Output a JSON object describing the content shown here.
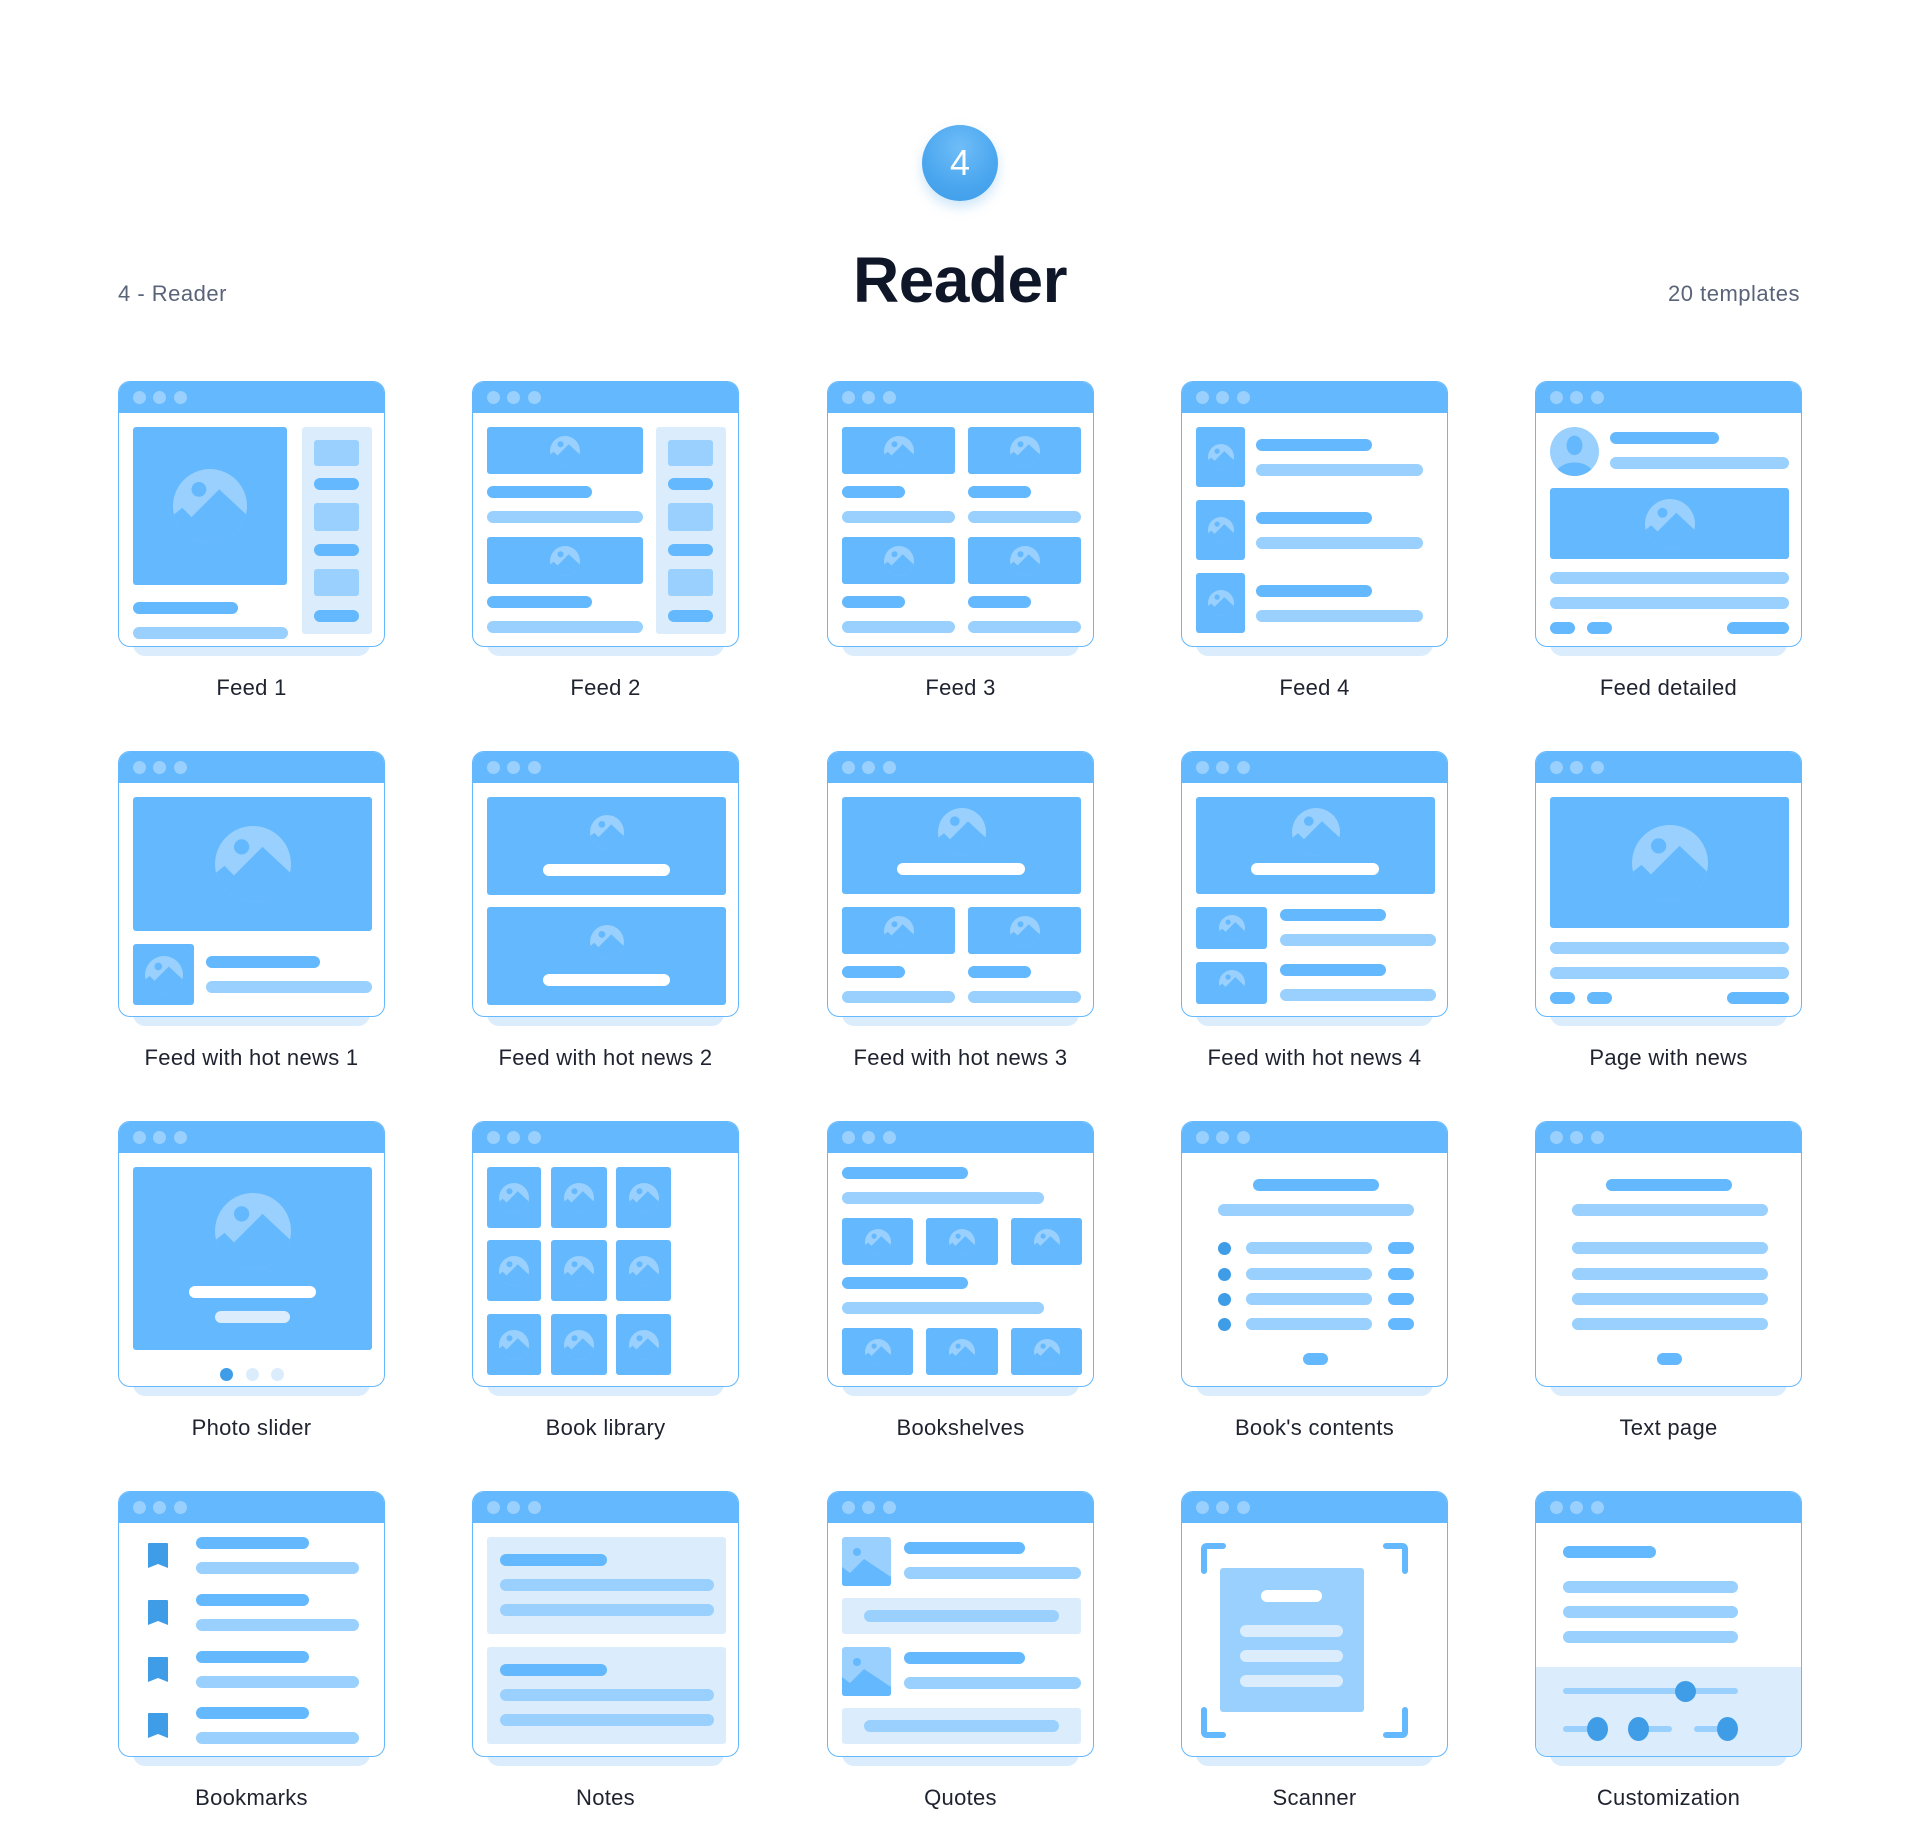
{
  "header": {
    "badge_number": "4",
    "title": "Reader",
    "breadcrumb": "4 - Reader",
    "template_count": "20 templates"
  },
  "colors": {
    "primary": "#64b8fd",
    "light": "#99d0fe",
    "pale": "#dbedfd",
    "accent": "#3f9de8",
    "title_text": "#0e1628",
    "muted_text": "#5a6478"
  },
  "templates": [
    {
      "label": "Feed 1",
      "layout": "feed1"
    },
    {
      "label": "Feed 2",
      "layout": "feed2"
    },
    {
      "label": "Feed 3",
      "layout": "feed3"
    },
    {
      "label": "Feed 4",
      "layout": "feed4"
    },
    {
      "label": "Feed detailed",
      "layout": "feeddetailed"
    },
    {
      "label": "Feed with hot news 1",
      "layout": "hot1"
    },
    {
      "label": "Feed with hot news 2",
      "layout": "hot2"
    },
    {
      "label": "Feed with hot news 3",
      "layout": "hot3"
    },
    {
      "label": "Feed with hot news 4",
      "layout": "hot4"
    },
    {
      "label": "Page with news",
      "layout": "pagenews"
    },
    {
      "label": "Photo slider",
      "layout": "slider"
    },
    {
      "label": "Book library",
      "layout": "library"
    },
    {
      "label": "Bookshelves",
      "layout": "shelves"
    },
    {
      "label": "Book's contents",
      "layout": "contents"
    },
    {
      "label": "Text page",
      "layout": "textpage"
    },
    {
      "label": "Bookmarks",
      "layout": "bookmarks"
    },
    {
      "label": "Notes",
      "layout": "notes"
    },
    {
      "label": "Quotes",
      "layout": "quotes"
    },
    {
      "label": "Scanner",
      "layout": "scanner"
    },
    {
      "label": "Customization",
      "layout": "custom"
    }
  ]
}
